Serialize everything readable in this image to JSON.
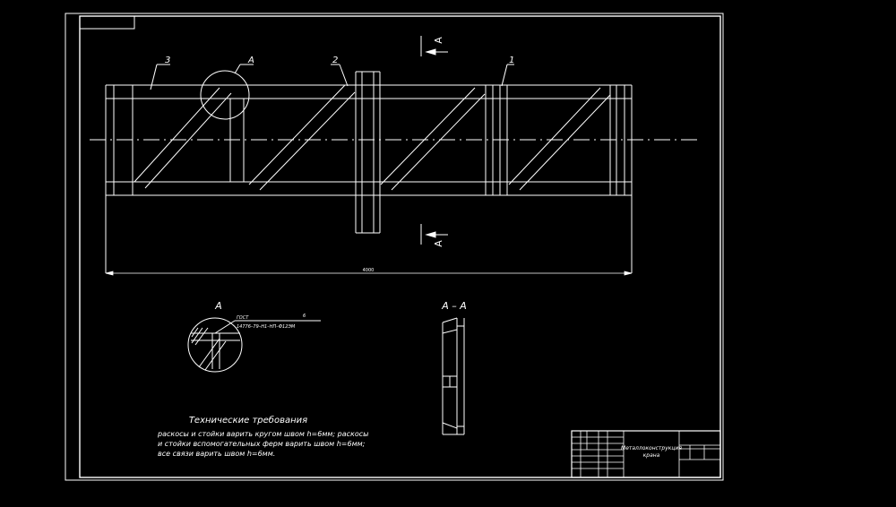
{
  "drawing": {
    "part_labels": [
      "3",
      "2",
      "1"
    ],
    "detail_callout": "A",
    "section_marker": "A",
    "overall_dimension": "4000",
    "detail_view_title": "A",
    "weld_note_line1": "ГОСТ",
    "weld_note_line2": "14776–79–Н1–НП–Ф12ЭМ",
    "weld_note_symbol": "6",
    "section_view_title": "А – А"
  },
  "requirements": {
    "title": "Технические требования",
    "lines": [
      "раскосы и стойки варить кругом швом h=6мм; раскосы",
      "и стойки вспомогательных ферм варить швом h=6мм;",
      "все связи варить швом h=6мм."
    ]
  },
  "title_block": {
    "drawing_name_line1": "Металлоконструкция",
    "drawing_name_line2": "крана"
  },
  "colors": {
    "background": "#000000",
    "lines": "#ffffff"
  }
}
